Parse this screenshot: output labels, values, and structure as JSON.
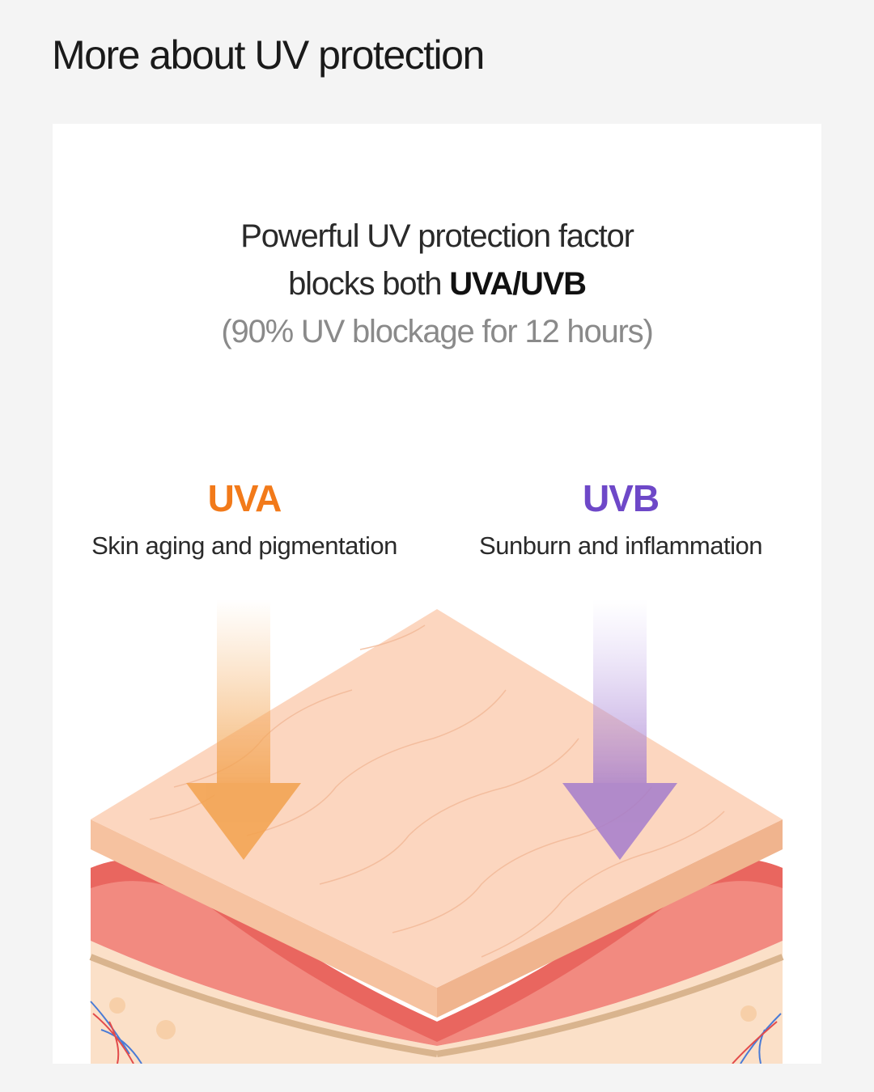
{
  "page": {
    "title": "More about UV protection"
  },
  "intro": {
    "line1": "Powerful UV protection factor",
    "line2_prefix": "blocks both ",
    "line2_strong": "UVA/UVB",
    "line3": "(90% UV blockage for 12 hours)"
  },
  "rays": [
    {
      "name": "UVA",
      "effect": "Skin aging and pigmentation",
      "color": "#f27a1a"
    },
    {
      "name": "UVB",
      "effect": "Sunburn and inflammation",
      "color": "#6e48c8"
    }
  ],
  "illustration": {
    "icon": "skin-layers-illustration",
    "colors": {
      "epidermis_top": "#fcd6bf",
      "epidermis_edge": "#f8c9a9",
      "dermis": "#f28a80",
      "dermis_dark": "#e9665f",
      "subcutis": "#fbe0c8",
      "uva_arrow": "#f2a24e",
      "uvb_arrow": "#a57dcc"
    }
  }
}
